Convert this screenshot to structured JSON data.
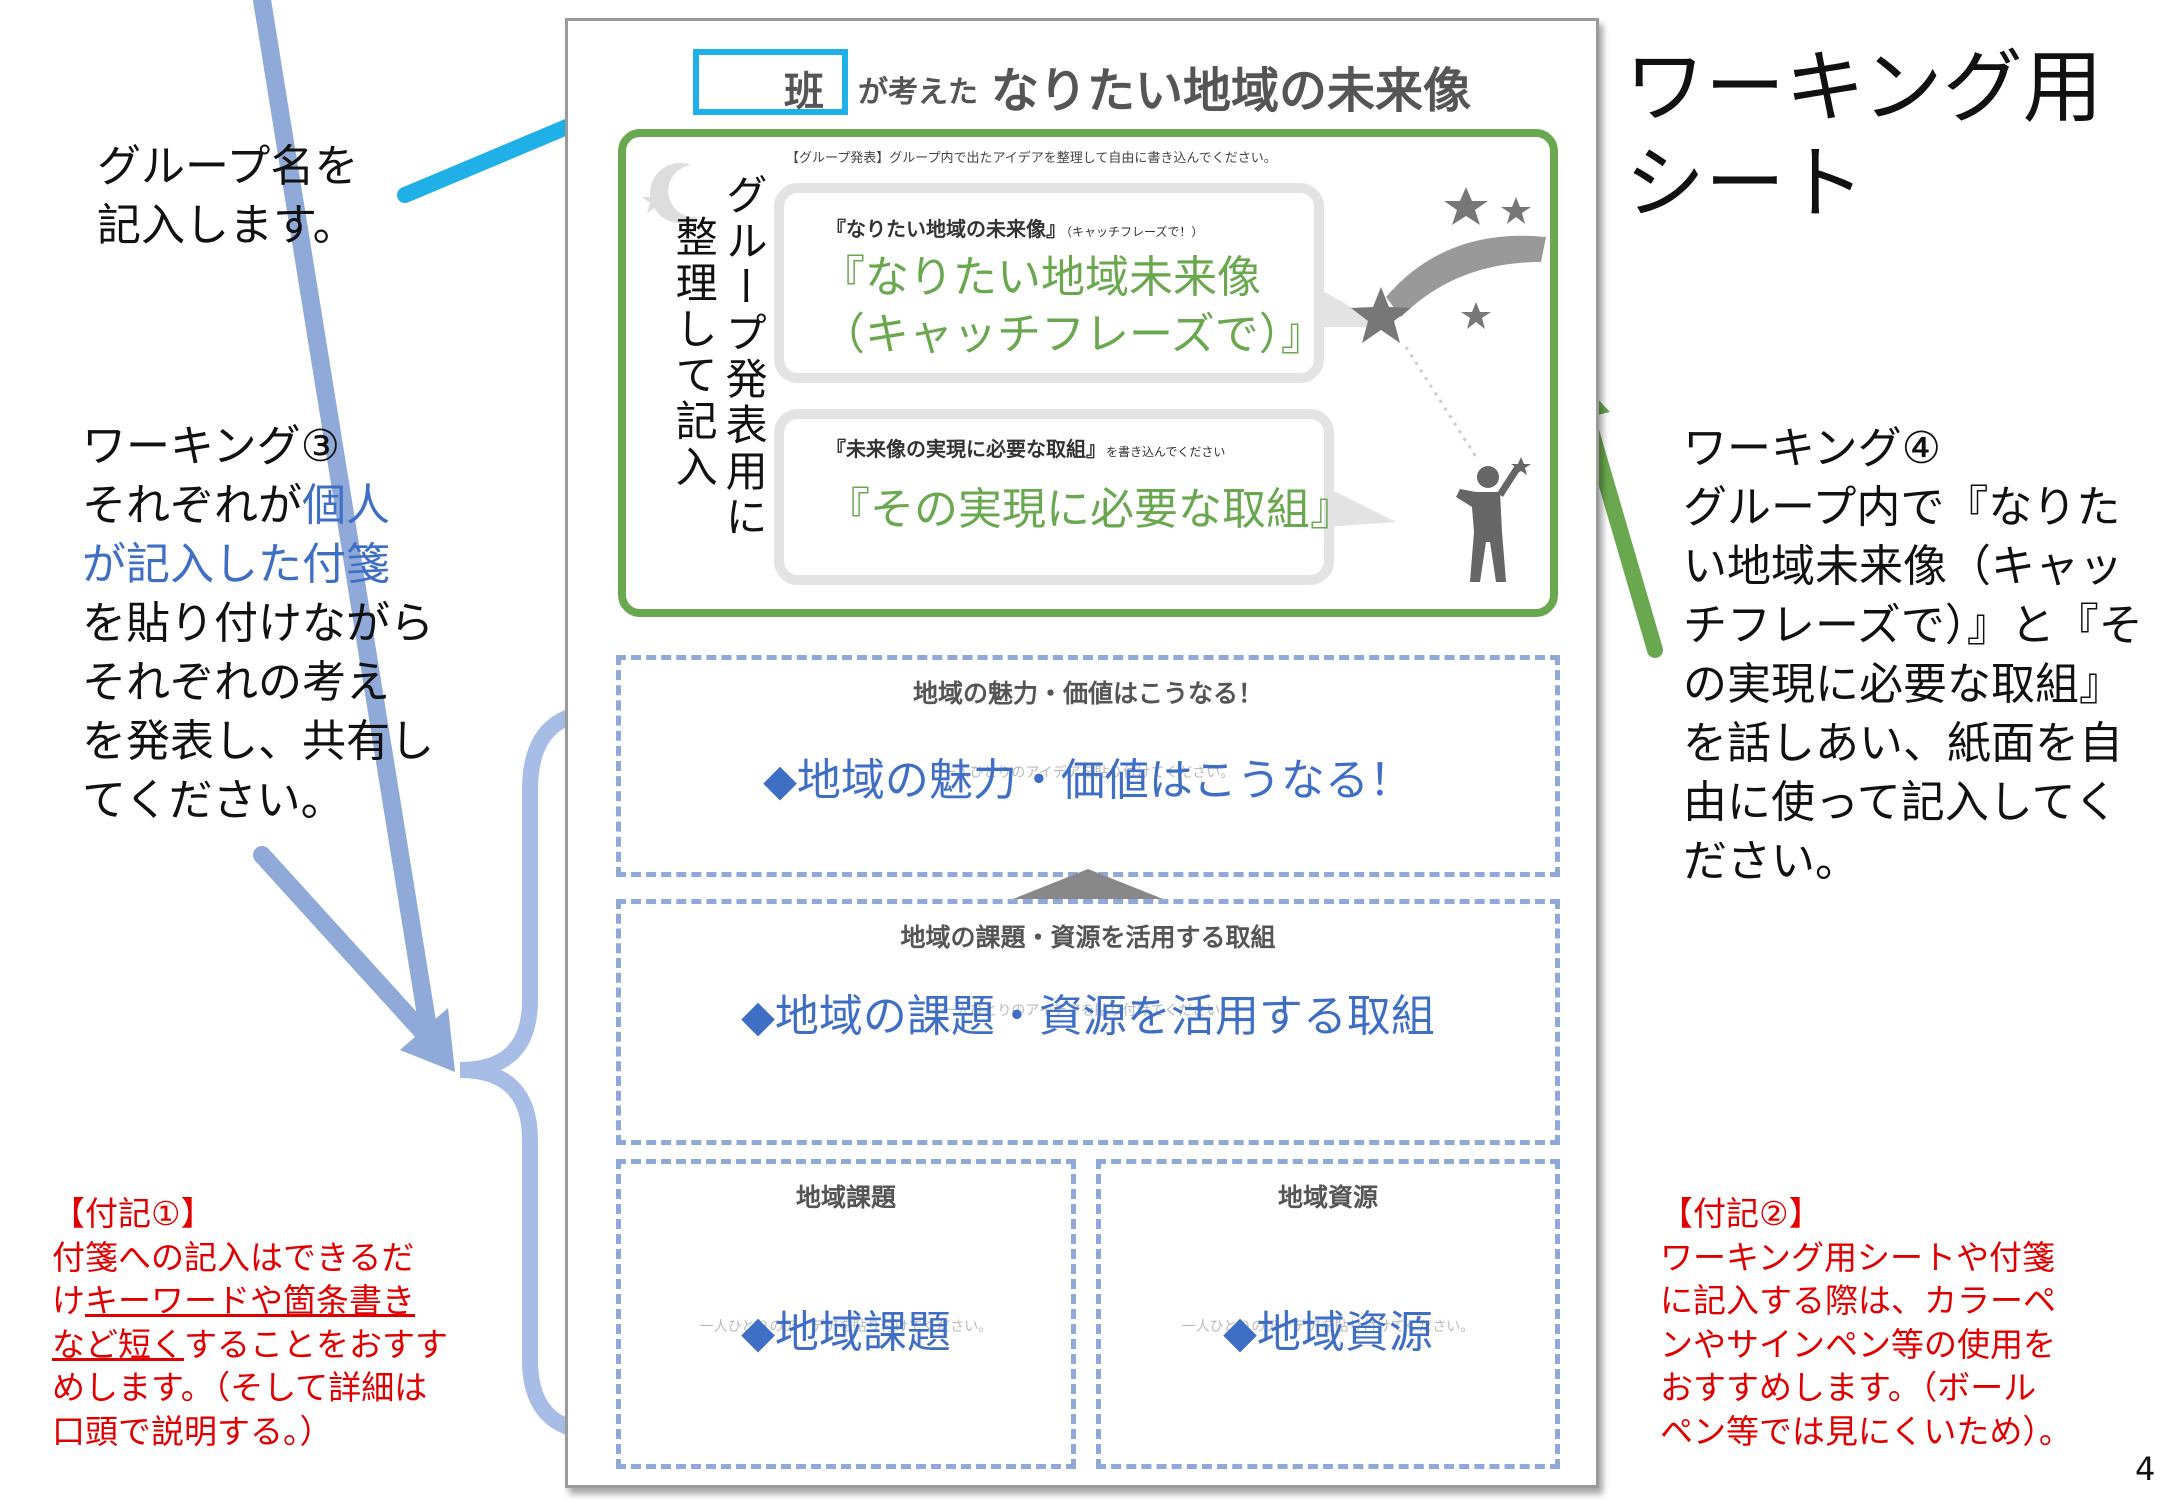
{
  "sheet": {
    "group_suffix": "班",
    "title_small": "が考えた",
    "title_big": "なりたい地域の未来像",
    "green_note": "【グループ発表】グループ内で出たアイデアを整理して自由に書き込んでください。",
    "vertical_col1": "グループ発表用に",
    "vertical_col2": "整理して記入",
    "bubble1_label": "『なりたい地域の未来像』",
    "bubble1_label_note": "（キャッチフレーズで！）",
    "bubble1_text_line1": "『なりたい地域未来像",
    "bubble1_text_line2": "（キャッチフレーズで）』",
    "bubble2_label": "『未来像の実現に必要な取組』",
    "bubble2_label_note": "を書き込んでください",
    "bubble2_text": "『その実現に必要な取組』",
    "box1_title": "地域の魅力・価値はこうなる！",
    "box1_text": "◆地域の魅力・価値はこうなる！",
    "box1_faint": "一人ひとりのアイデアを貼り付けてください。",
    "box2_title": "地域の課題・資源を活用する取組",
    "box2_text": "◆地域の課題・資源を活用する取組",
    "box2_faint": "一人ひとりのアイデアを貼り付けてください。",
    "box3_title": "地域課題",
    "box3_text": "◆地域課題",
    "box3_faint": "一人ひとりのアイデアを貼り付けてください。",
    "box4_title": "地域資源",
    "box4_text": "◆地域資源",
    "box4_faint": "一人ひとりのアイデアを貼り付けてください。"
  },
  "heading": {
    "line1": "ワーキング用",
    "line2": "シート"
  },
  "note_group_name": {
    "line1": "グループ名を",
    "line2": "記入します。"
  },
  "working3": {
    "line1": "ワーキング③",
    "line2a": "それぞれが",
    "line2b": "個人",
    "line3": "が記入した付箋",
    "line4": "を貼り付けながら",
    "line5": "それぞれの考え",
    "line6": "を発表し、共有し",
    "line7": "てください。"
  },
  "working4": {
    "line1": "ワーキング④",
    "line2": "グループ内で『なりた",
    "line3": "い地域未来像（キャッ",
    "line4": "チフレーズで）』と『そ",
    "line5": "の実現に必要な取組』",
    "line6": "を話しあい、紙面を自",
    "line7": "由に使って記入してく",
    "line8": "ださい。"
  },
  "appendix1": {
    "title": "【付記①】",
    "line1": "付箋への記入はできるだ",
    "line2a": "け",
    "line2b": "キーワードや箇条書き",
    "line3a": "など短く",
    "line3b": "することをおすす",
    "line4": "めします。（そして詳細は",
    "line5": "口頭で説明する。）"
  },
  "appendix2": {
    "title": "【付記②】",
    "line1": "ワーキング用シートや付箋",
    "line2": "に記入する際は、カラーペ",
    "line3": "ンやサインペン等の使用を",
    "line4": "おすすめします。（ボール",
    "line5": "ペン等では見にくいため）。"
  },
  "page_number": "4",
  "colors": {
    "cyan_arrow": "#1fb0e8",
    "green_frame": "#6aa84f",
    "blue_text": "#3f6fc4",
    "dashed_border": "#8fa9d8",
    "red_note": "#e00000"
  }
}
